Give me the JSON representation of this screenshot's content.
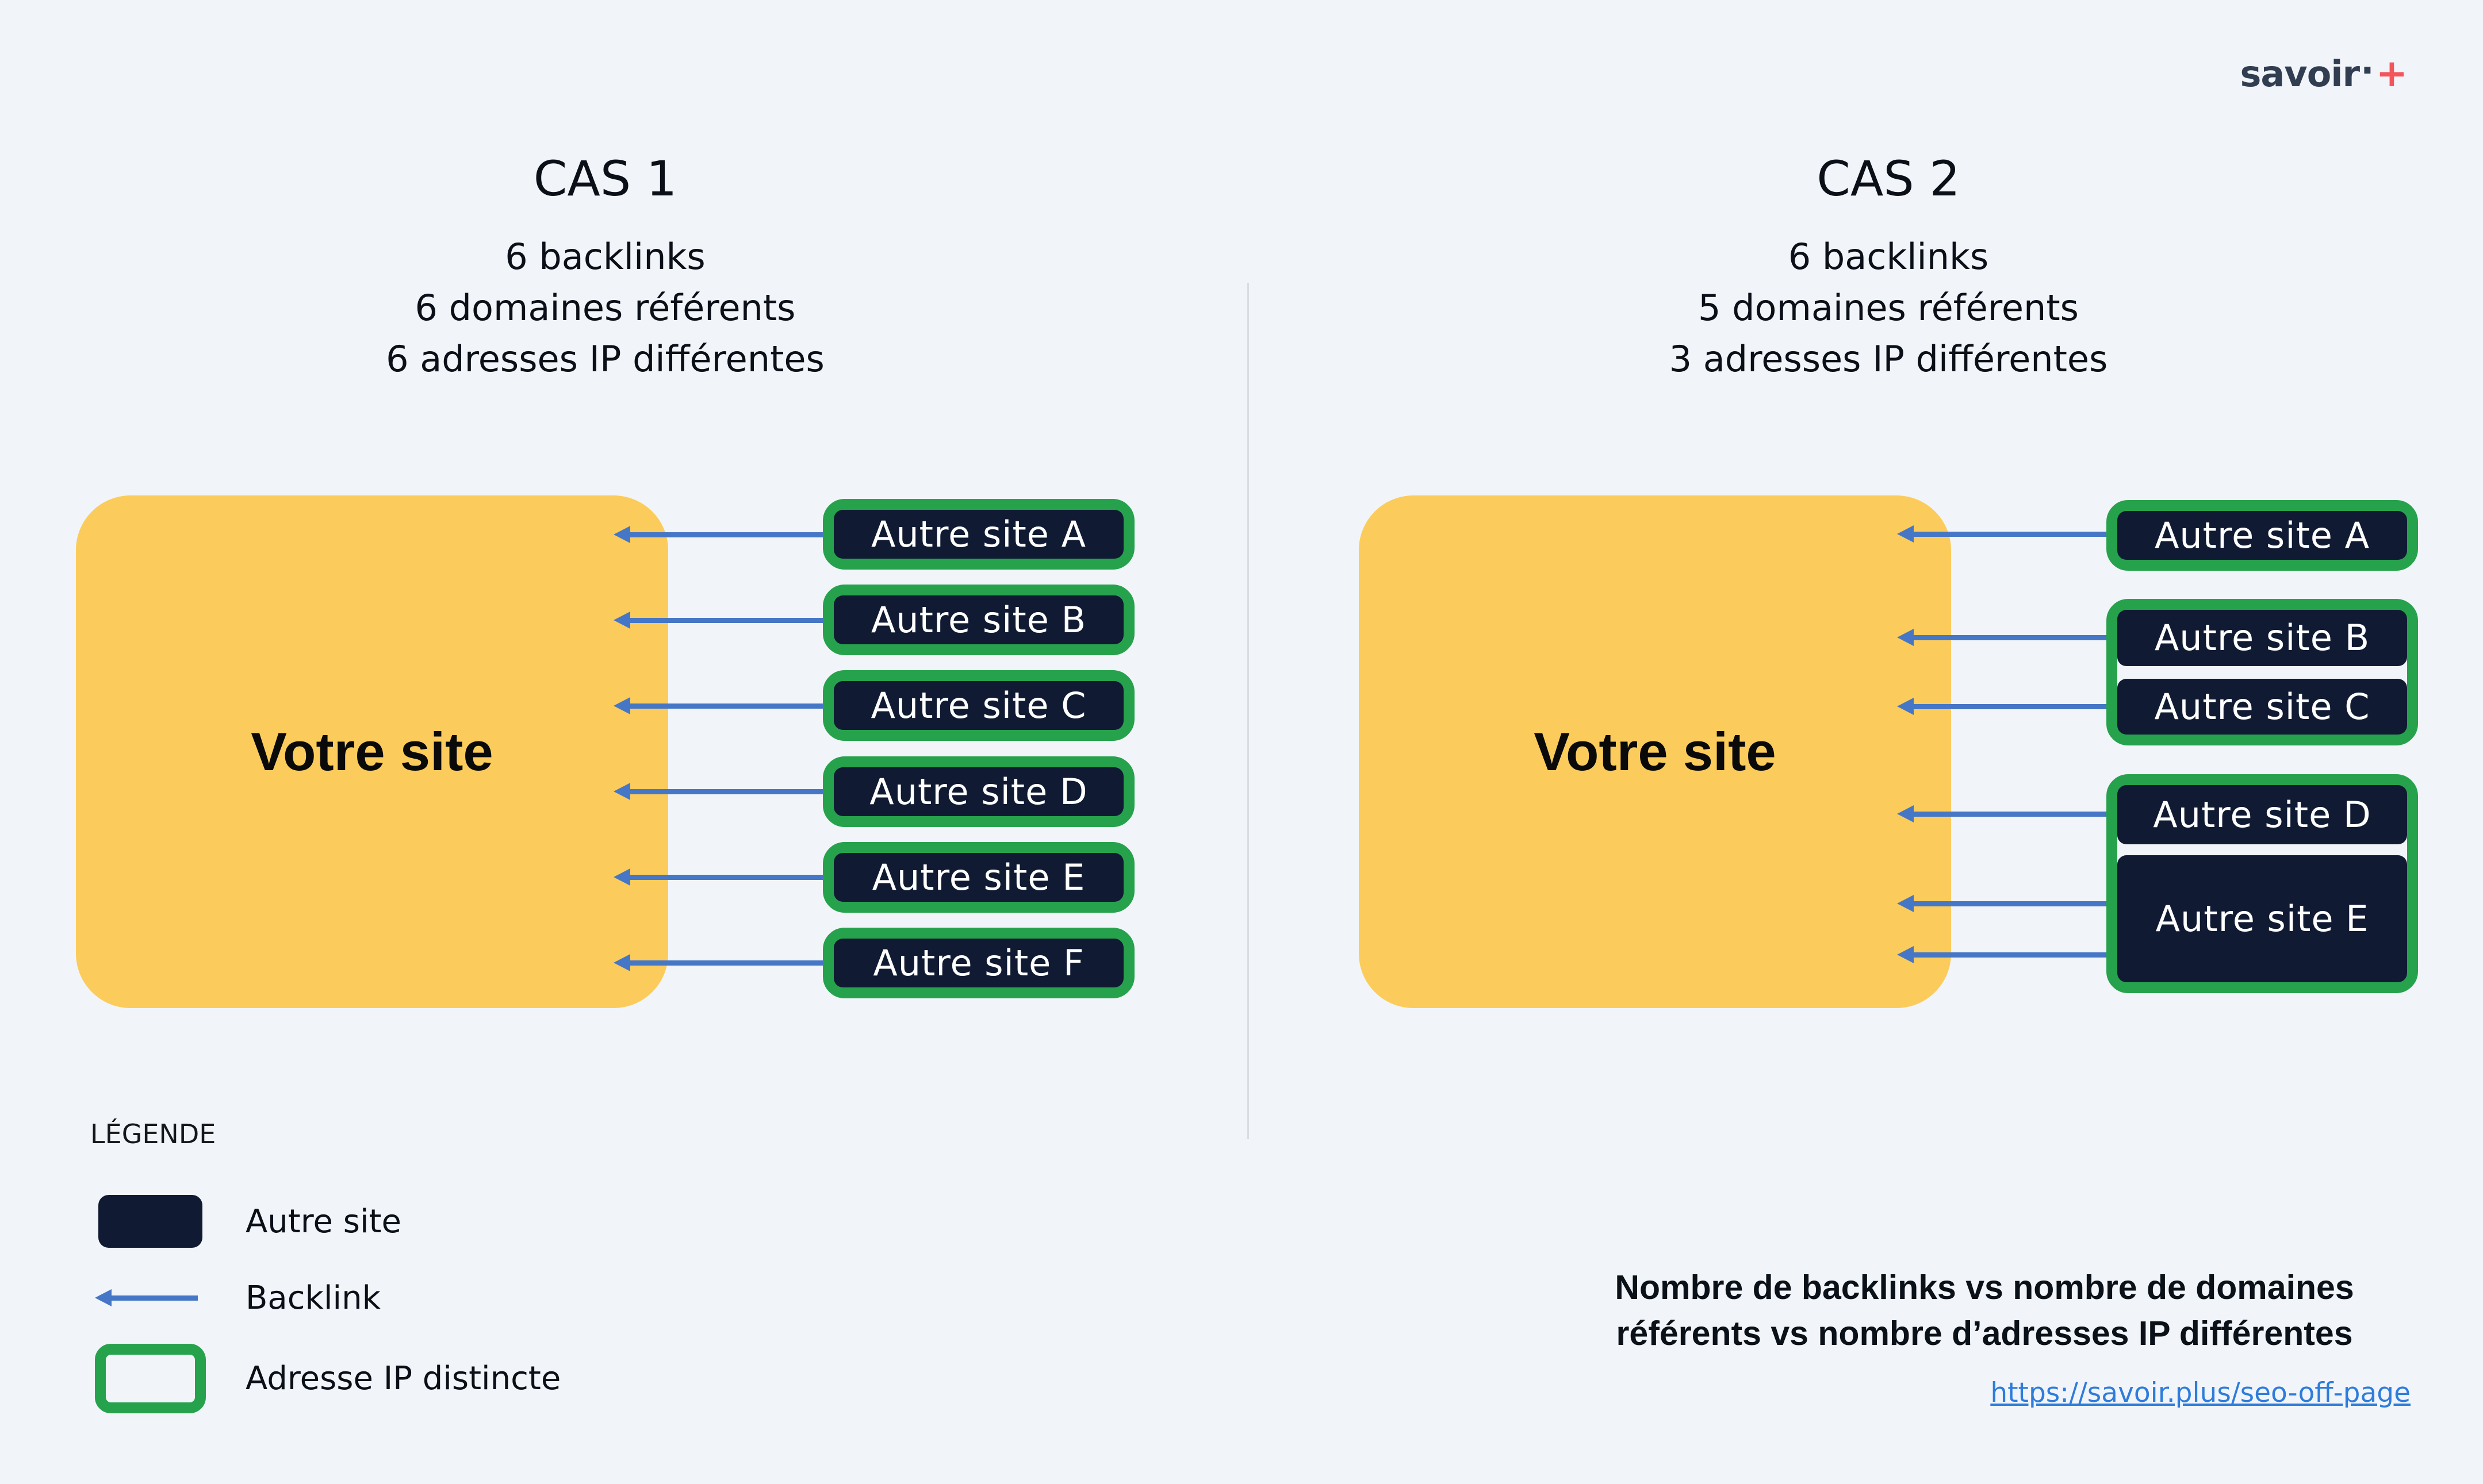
{
  "logo": {
    "text": "savoir",
    "dot": "·",
    "plus": "+"
  },
  "cases": [
    {
      "title": "CAS 1",
      "stats": [
        "6 backlinks",
        "6 domaines référents",
        "6 adresses IP différentes"
      ],
      "site_label": "Votre site",
      "groups": [
        {
          "sites": [
            "Autre site A"
          ]
        },
        {
          "sites": [
            "Autre site B"
          ]
        },
        {
          "sites": [
            "Autre site C"
          ]
        },
        {
          "sites": [
            "Autre site D"
          ]
        },
        {
          "sites": [
            "Autre site E"
          ]
        },
        {
          "sites": [
            "Autre site F"
          ]
        }
      ],
      "backlink_count": 6
    },
    {
      "title": "CAS 2",
      "stats": [
        "6 backlinks",
        "5 domaines référents",
        "3 adresses IP différentes"
      ],
      "site_label": "Votre site",
      "groups": [
        {
          "sites": [
            "Autre site A"
          ]
        },
        {
          "sites": [
            "Autre site B",
            "Autre site C"
          ]
        },
        {
          "sites": [
            "Autre site D",
            "Autre site E"
          ]
        }
      ],
      "backlink_count": 6
    }
  ],
  "legend": {
    "title": "LÉGENDE",
    "items": [
      {
        "label": "Autre site",
        "swatch": "site-box"
      },
      {
        "label": "Backlink",
        "swatch": "backlink-arrow"
      },
      {
        "label": "Adresse IP distincte",
        "swatch": "ip-border"
      }
    ]
  },
  "footer": {
    "title_line1": "Nombre de backlinks vs nombre de domaines",
    "title_line2": "référents vs nombre d’adresses IP différentes",
    "link": "https://savoir.plus/seo-off-page"
  },
  "colors": {
    "background": "#F1F5F9",
    "your_site_yellow": "#FBCC5C",
    "other_site_navy": "#101B33",
    "ip_green": "#27A24C",
    "backlink_blue": "#4677C6",
    "link_blue": "#2E7CDB",
    "logo_navy": "#313D50",
    "logo_plus_red": "#F4555A"
  }
}
